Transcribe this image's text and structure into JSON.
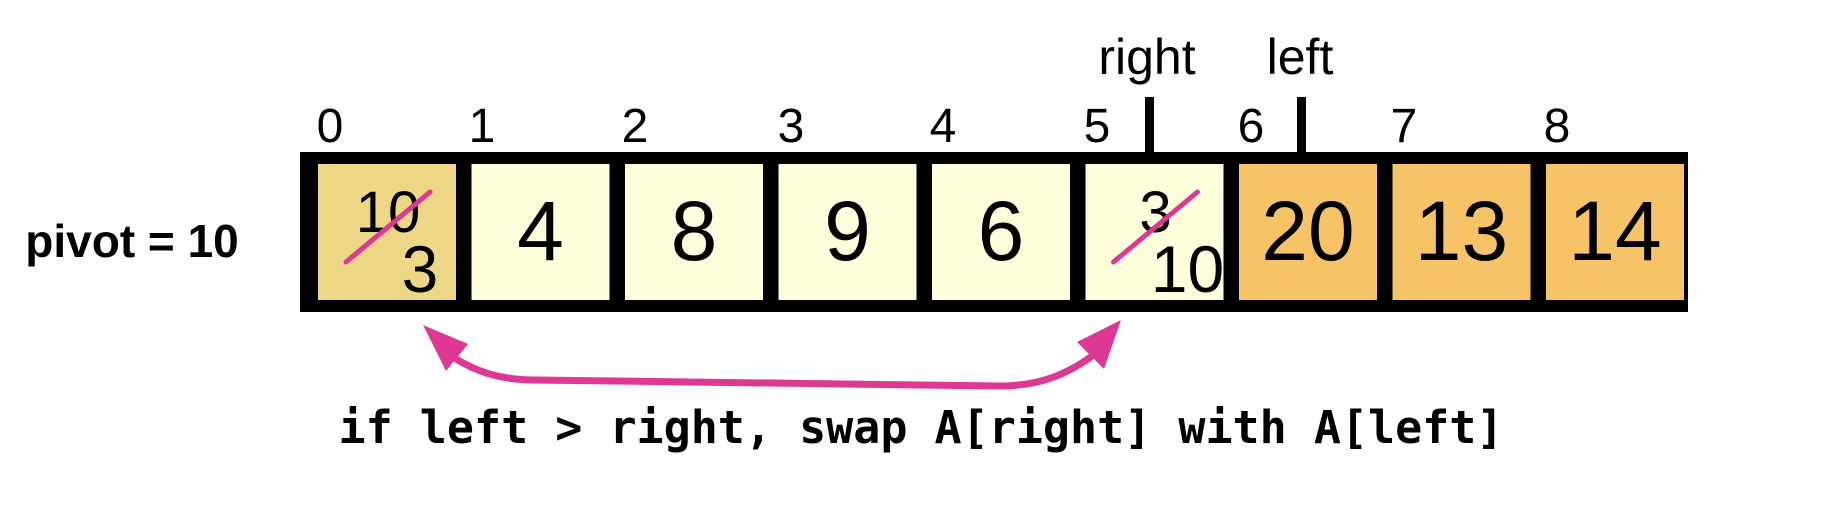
{
  "pivot_label": "pivot = 10",
  "pointers": {
    "right": "right",
    "left": "left"
  },
  "caption": "if left > right, swap A[right] with A[left]",
  "colors": {
    "pivot_cell": "#edd685",
    "light_cell": "#fefddc",
    "greater_cell": "#f6c466",
    "strike": "#dd3893",
    "arrow": "#dd3893",
    "border": "#000000"
  },
  "array": [
    {
      "index": "0",
      "value": "3",
      "old_value": "10",
      "group": "pivot"
    },
    {
      "index": "1",
      "value": "4",
      "group": "less"
    },
    {
      "index": "2",
      "value": "8",
      "group": "less"
    },
    {
      "index": "3",
      "value": "9",
      "group": "less"
    },
    {
      "index": "4",
      "value": "6",
      "group": "less"
    },
    {
      "index": "5",
      "value": "10",
      "old_value": "3",
      "group": "less"
    },
    {
      "index": "6",
      "value": "20",
      "group": "greater"
    },
    {
      "index": "7",
      "value": "13",
      "group": "greater"
    },
    {
      "index": "8",
      "value": "14",
      "group": "greater"
    }
  ]
}
